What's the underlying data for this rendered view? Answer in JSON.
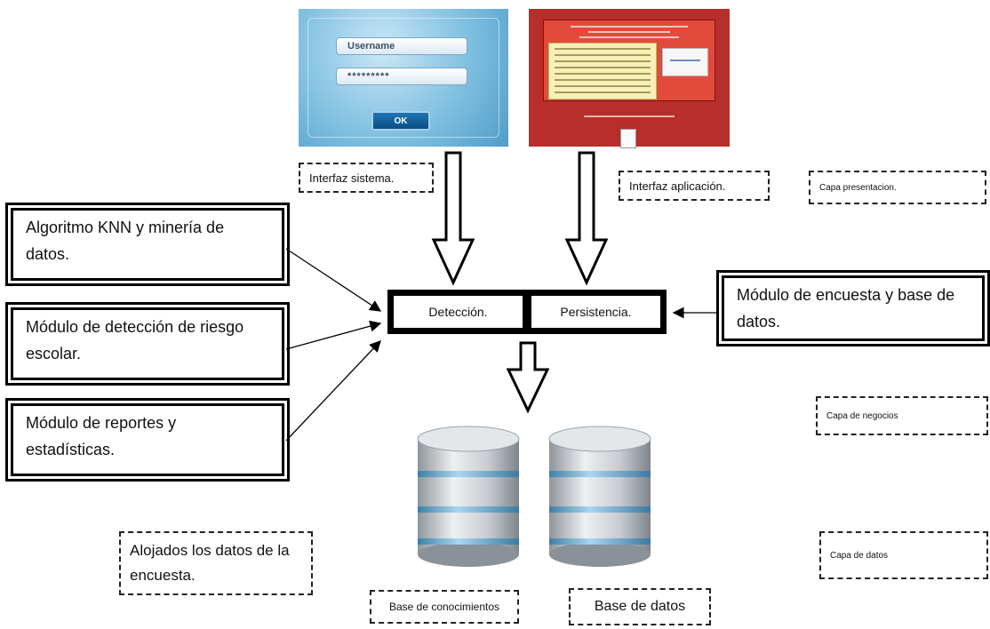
{
  "screens": {
    "login": {
      "username_placeholder": "Username",
      "password_mask": "*********",
      "ok_label": "OK"
    }
  },
  "labels": {
    "interfaz_sistema": "Interfaz sistema.",
    "interfaz_aplicacion": "Interfaz aplicación.",
    "capa_presentacion": "Capa presentacion.",
    "capa_negocios": "Capa de negocios",
    "capa_datos": "Capa de datos",
    "alojados": "Alojados los datos de la encuesta.",
    "base_conocimientos": "Base de conocimientos",
    "base_datos": "Base de datos"
  },
  "modules": {
    "knn": "Algoritmo KNN y minería de datos.",
    "deteccion_riesgo": "Módulo de detección de riesgo escolar.",
    "reportes": "Módulo de reportes y estadísticas.",
    "encuesta": "Módulo de encuesta y base de datos."
  },
  "center": {
    "deteccion": "Detección.",
    "persistencia": "Persistencia."
  },
  "colors": {
    "login_bg": "#7fbfe0",
    "app_bg": "#b72e2a",
    "db_silver": "#d9dde1",
    "db_band": "#6fb0d6"
  }
}
